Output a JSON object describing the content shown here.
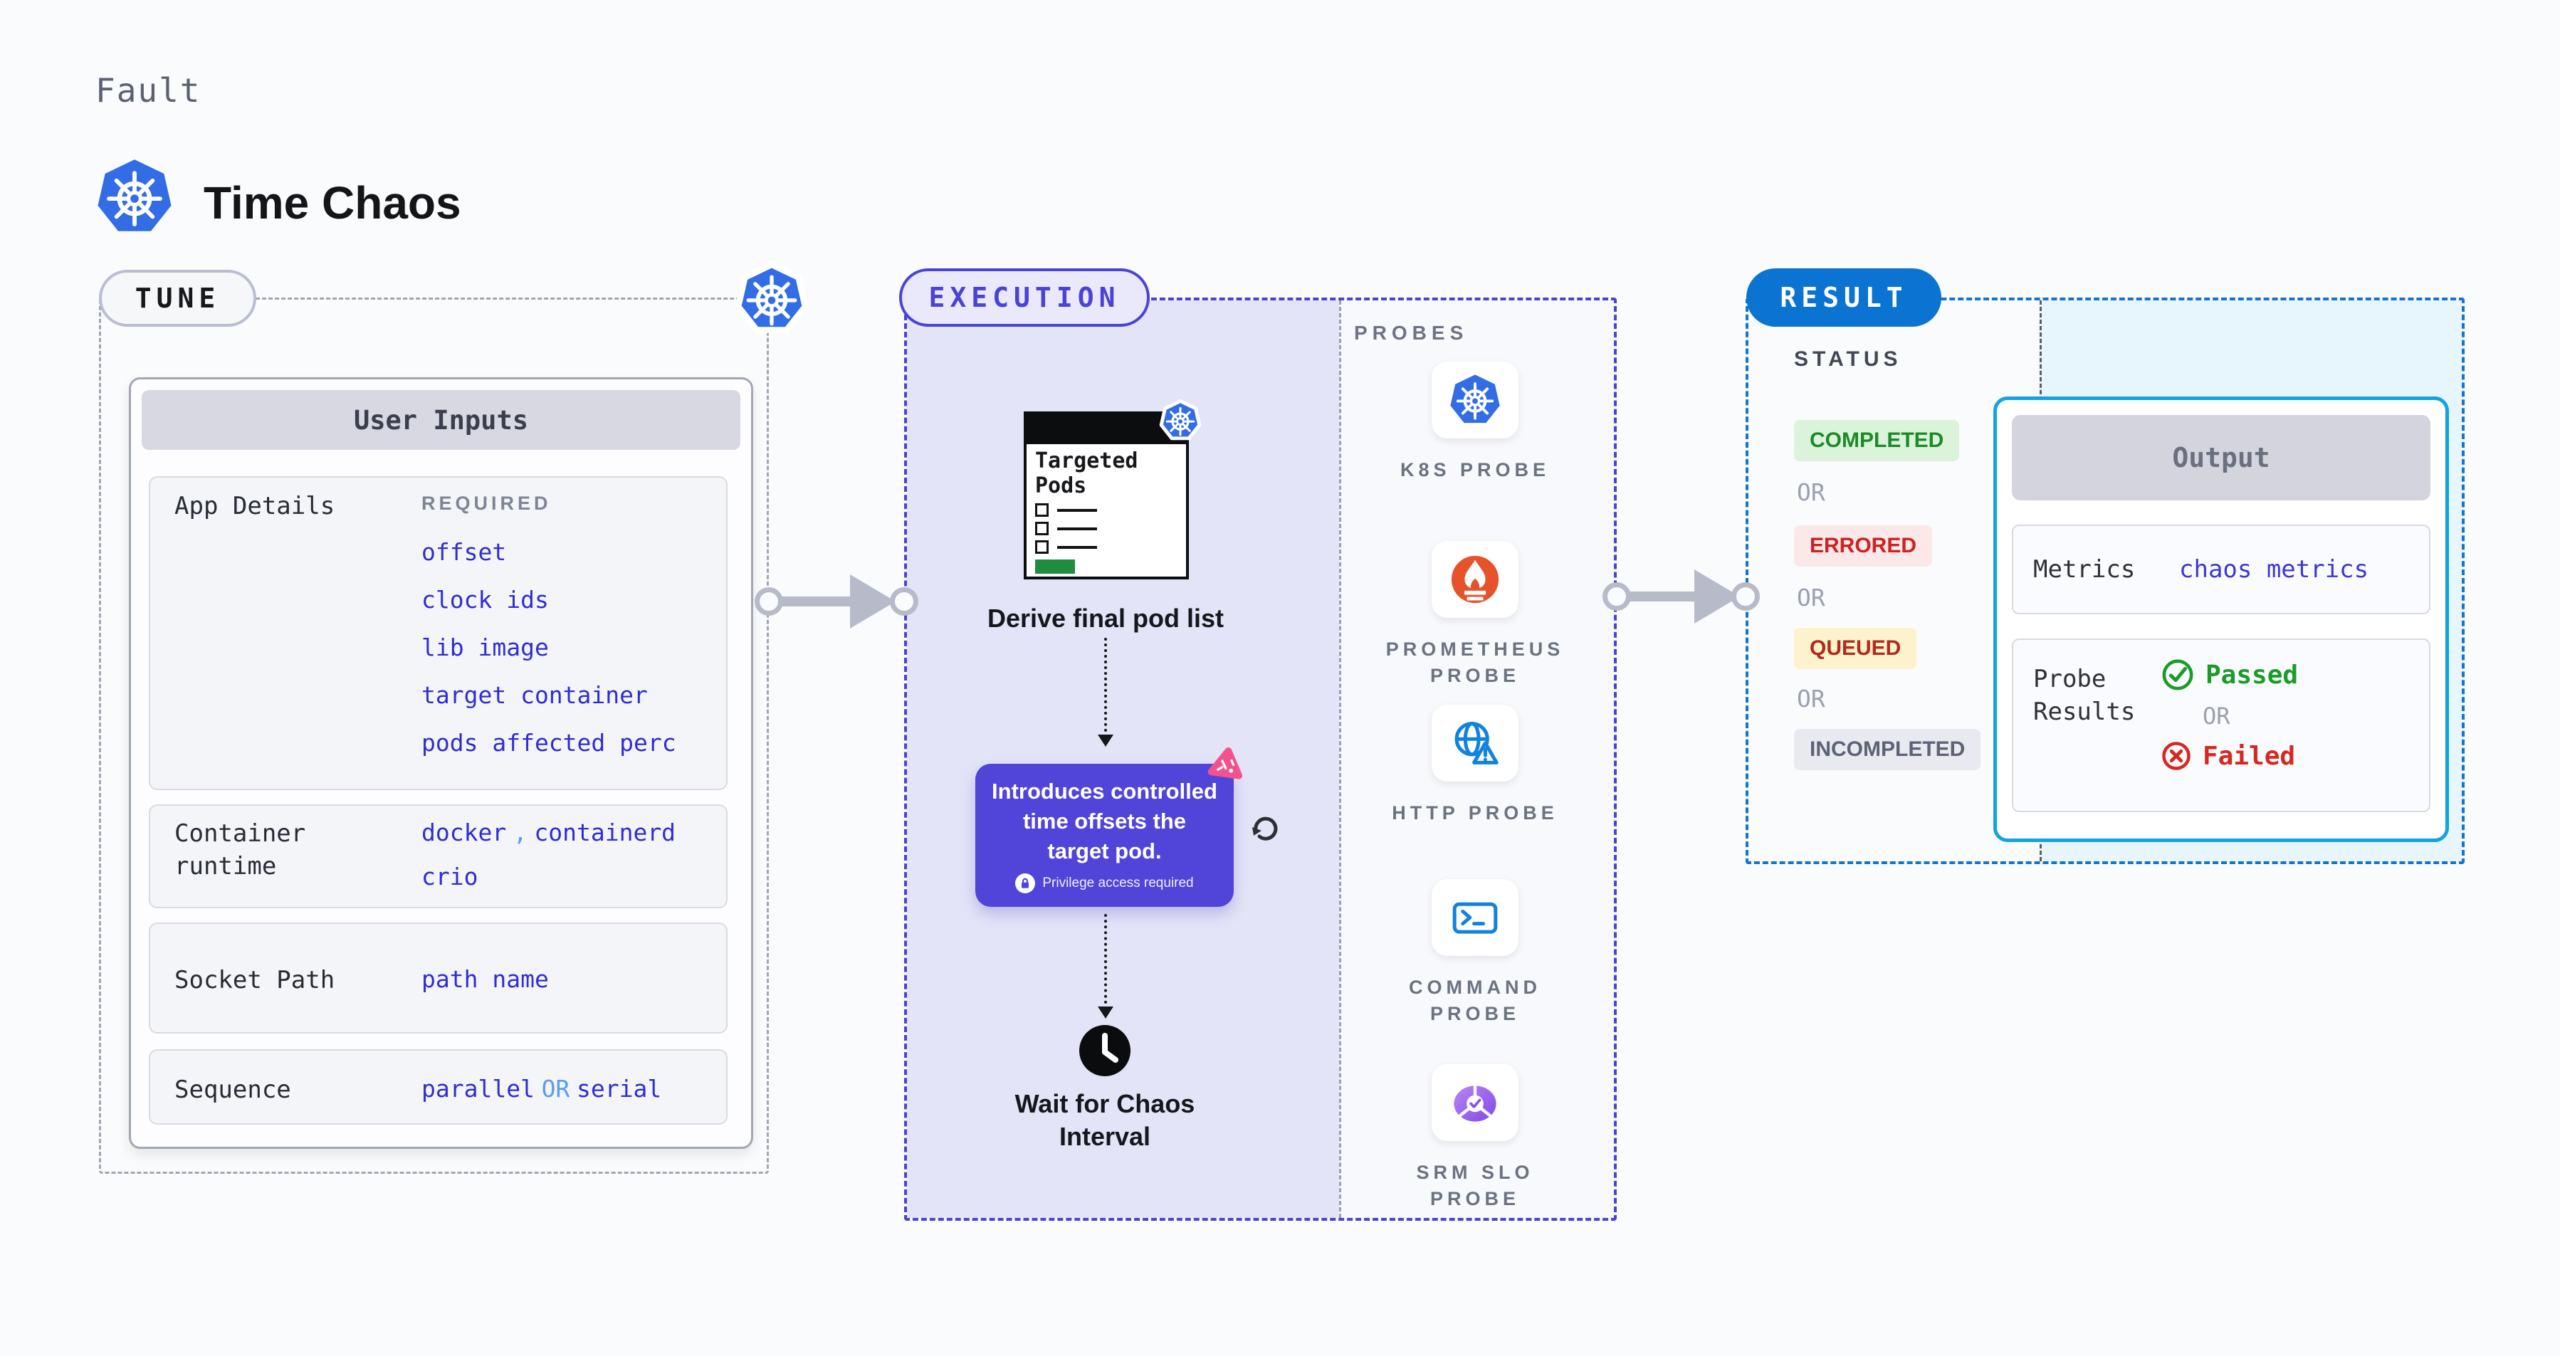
{
  "colors": {
    "kubernetes_blue": "#326de6",
    "execution_indigo": "#4a43d8",
    "execution_fill": "#e4e4f8",
    "result_blue": "#0b73d1",
    "result_fill_cyan": "#e7f5fc",
    "output_border_cyan": "#12a3e2",
    "tooltip_purple": "#5144d8",
    "pink_badge": "#f2538f",
    "link_blue": "#2f2dd3",
    "link_light_blue": "#579df4",
    "completed_green": "#1b8b26",
    "errored_red": "#ce2121",
    "queued_red_on_amber": "#b02a20",
    "incompleted_gray": "#5d6375",
    "passed_green": "#1b9b27",
    "failed_red": "#d8271f",
    "prometheus_orange": "#e6522c",
    "targeted_pods_green": "#1e8e3e"
  },
  "header": {
    "fault_label": "Fault",
    "title": "Time Chaos"
  },
  "tune": {
    "badge": "TUNE",
    "user_inputs_title": "User Inputs",
    "app_details": {
      "label": "App Details",
      "required_tag": "REQUIRED",
      "params": [
        "offset",
        "clock ids",
        "lib image",
        "target container",
        "pods affected perc"
      ]
    },
    "container_runtime": {
      "label": "Container runtime",
      "value1": "docker",
      "separator": ",",
      "value2": "containerd",
      "value3": "crio"
    },
    "socket_path": {
      "label": "Socket Path",
      "value": "path name"
    },
    "sequence": {
      "label": "Sequence",
      "value1": "parallel",
      "or": "OR",
      "value2": "serial"
    }
  },
  "execution": {
    "badge": "EXECUTION",
    "targeted_pods": {
      "title_lines": [
        "Targeted",
        "Pods"
      ]
    },
    "derive_label": "Derive final pod list",
    "tooltip": {
      "lines": [
        "Introduces controlled",
        "time offsets the",
        "target pod."
      ],
      "note": "Privilege access required"
    },
    "wait_label_lines": [
      "Wait for Chaos",
      "Interval"
    ]
  },
  "probes": {
    "title": "PROBES",
    "items": [
      {
        "name": "k8s-probe",
        "icon": "kubernetes-icon",
        "label_lines": [
          "K8S PROBE",
          ""
        ]
      },
      {
        "name": "prometheus-probe",
        "icon": "prometheus-icon",
        "label_lines": [
          "PROMETHEUS",
          "PROBE"
        ]
      },
      {
        "name": "http-probe",
        "icon": "globe-alert-icon",
        "label_lines": [
          "HTTP PROBE",
          ""
        ]
      },
      {
        "name": "command-probe",
        "icon": "terminal-icon",
        "label_lines": [
          "COMMAND",
          "PROBE"
        ]
      },
      {
        "name": "srm-slo-probe",
        "icon": "slo-gauge-icon",
        "label_lines": [
          "SRM SLO",
          "PROBE"
        ]
      }
    ]
  },
  "result": {
    "badge": "RESULT",
    "status_title": "STATUS",
    "or_label": "OR",
    "statuses": [
      {
        "label": "COMPLETED",
        "kind": "completed"
      },
      {
        "label": "ERRORED",
        "kind": "errored"
      },
      {
        "label": "QUEUED",
        "kind": "queued"
      },
      {
        "label": "INCOMPLETED",
        "kind": "incompleted"
      }
    ],
    "output": {
      "title": "Output",
      "metrics_label": "Metrics",
      "metrics_value": "chaos metrics",
      "probe_results_label": "Probe Results",
      "passed_label": "Passed",
      "or_label": "OR",
      "failed_label": "Failed"
    }
  }
}
